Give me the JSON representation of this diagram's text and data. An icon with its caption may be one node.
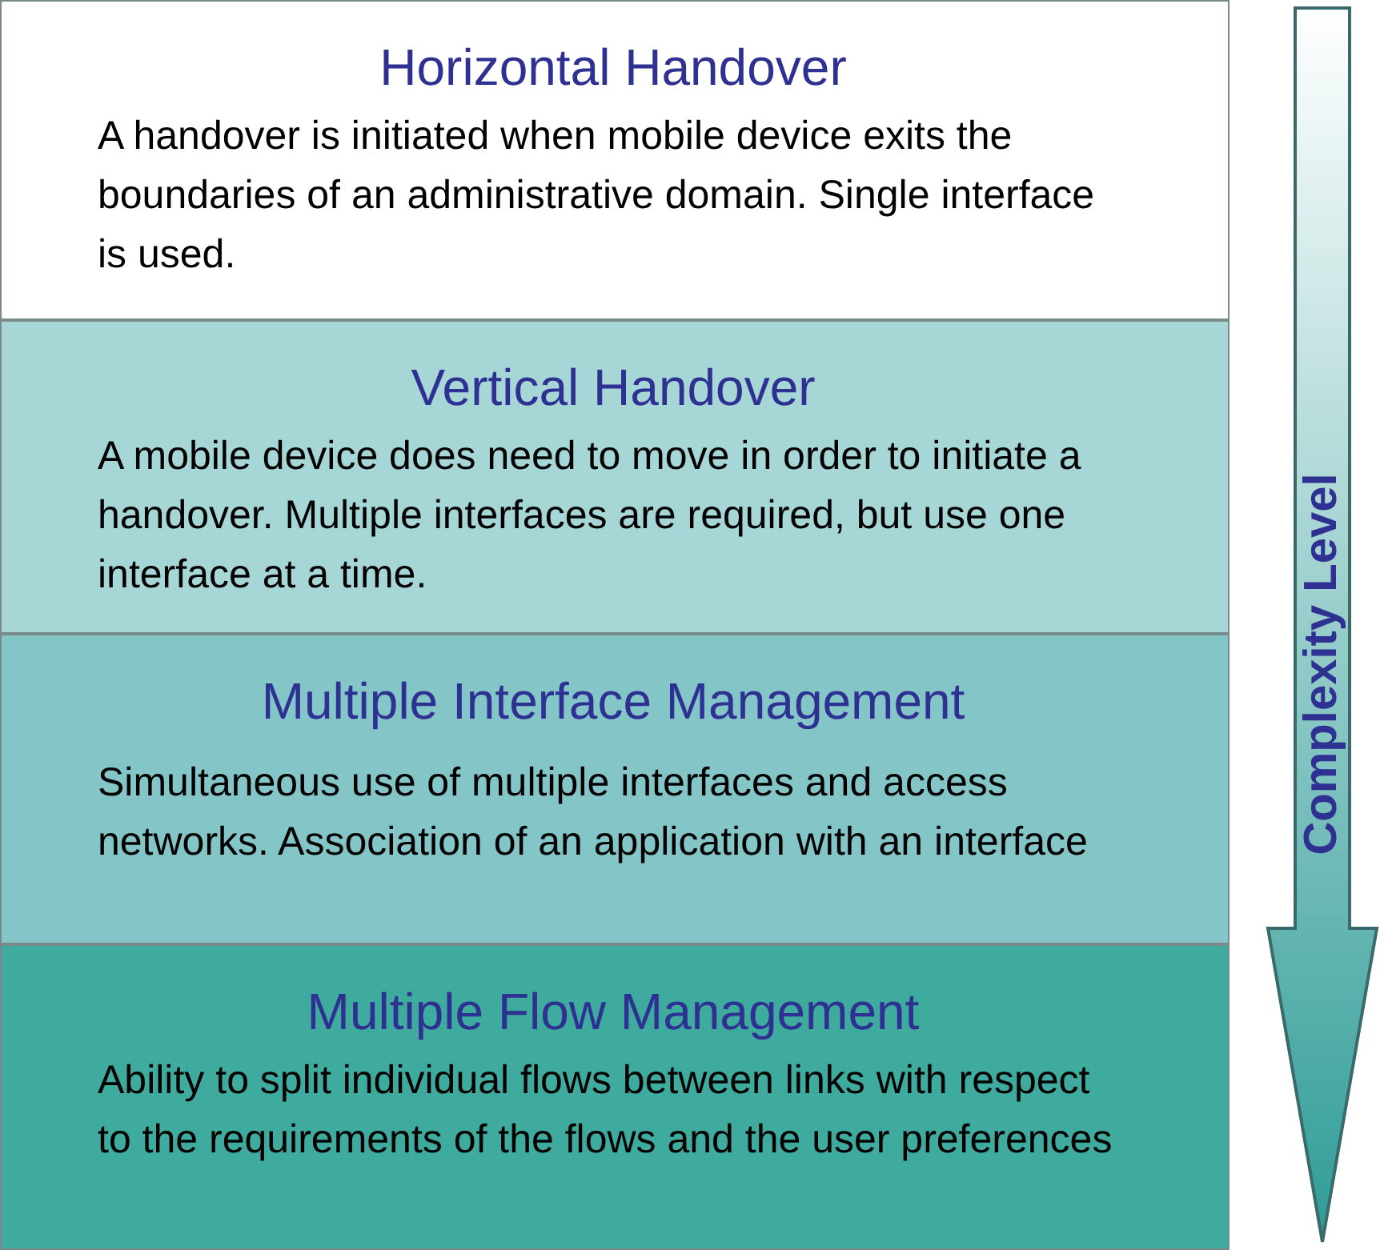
{
  "diagram": {
    "nodes": [
      {
        "text": [
          "Horizontal Handover",
          "A handover is initiated when mobile device exits the boundaries of an administrative domain. Single interface is used."
        ]
      },
      {
        "text": [
          "Vertical Handover",
          "A mobile device does need to move in order to initiate a handover. Multiple interfaces are required, but use one interface at a time."
        ]
      },
      {
        "text": [
          "Multiple Interface Management",
          "Simultaneous use of multiple interfaces and access networks. Association of an application with an interface"
        ]
      },
      {
        "text": [
          "Multiple Flow Management",
          "Ability to split individual flows between links with respect to the requirements of the flows and the user preferences"
        ]
      }
    ],
    "labels": [
      "Complexity Level"
    ]
  }
}
